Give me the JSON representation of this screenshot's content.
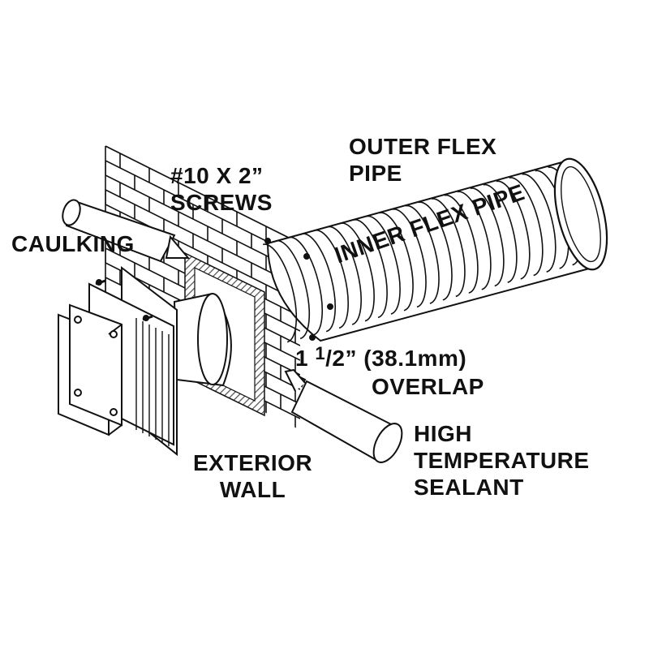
{
  "diagram": {
    "labels": {
      "outer_flex_pipe": [
        "OUTER FLEX",
        "PIPE"
      ],
      "screws": [
        "#10 X 2”",
        "SCREWS"
      ],
      "caulking": "CAULKING",
      "inner_flex_pipe": "INNER FLEX PIPE",
      "overlap": {
        "whole": "1 ",
        "fraction_num": "1",
        "fraction_rest": "/2” (38.1mm)",
        "word": "OVERLAP"
      },
      "sealant": [
        "HIGH",
        "TEMPERATURE",
        "SEALANT"
      ],
      "exterior_wall": [
        "EXTERIOR",
        "WALL"
      ]
    },
    "colors": {
      "line": "#111111",
      "background": "#ffffff",
      "hatch": "#555555"
    }
  }
}
